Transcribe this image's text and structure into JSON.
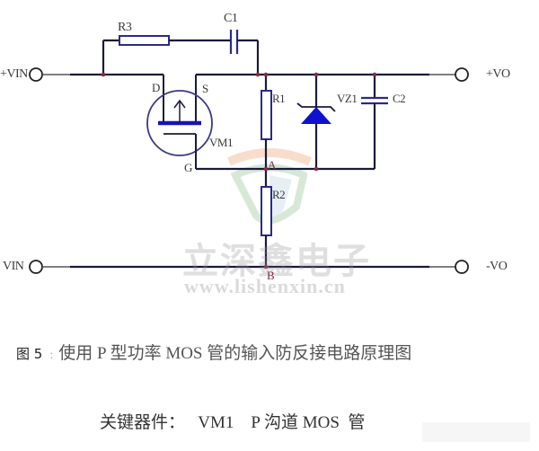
{
  "diagram": {
    "title": "使用P型功率MOS管的输入防反接电路原理图",
    "terminals": {
      "vin_plus": "+VIN",
      "vin_minus": "VIN",
      "vo_plus": "+VO",
      "vo_minus": "-VO"
    },
    "components": {
      "r1": "R1",
      "r2": "R2",
      "r3": "R3",
      "c1": "C1",
      "c2": "C2",
      "vz1": "VZ1",
      "vm1": "VM1"
    },
    "mosfet_pins": {
      "drain": "D",
      "source": "S",
      "gate": "G"
    },
    "nodes": {
      "a": "A",
      "b": "B"
    },
    "colors": {
      "wire": "#1a1a3a",
      "component_outline": "#2a2a8a",
      "zener_fill": "#1010d0",
      "junction_dot": "#8a2a3a",
      "mosfet_circle": "#3a3a8a"
    }
  },
  "watermark": {
    "company": "立深鑫电子",
    "url": "www.lishenxin.cn"
  },
  "caption": {
    "figure_label": "图 5",
    "separator": ":",
    "text": "使用 P 型功率 MOS 管的输入防反接电路原理图"
  },
  "key_component": {
    "label": "关键器件：",
    "value": "   VM1    P 沟道 MOS  管"
  }
}
